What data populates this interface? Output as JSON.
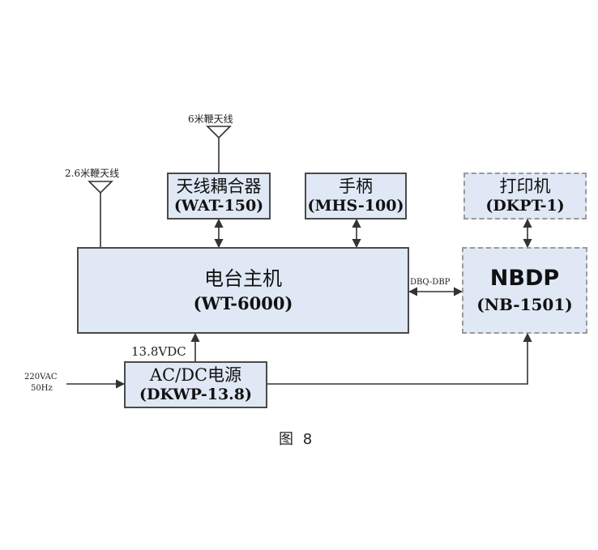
{
  "antennas": {
    "left_label": "2.6米鞭天线",
    "top_label": "6米鞭天线"
  },
  "boxes": {
    "coupler": {
      "zh": "天线耦合器",
      "en": "(WAT-150)"
    },
    "handset": {
      "zh": "手柄",
      "en": "(MHS-100)"
    },
    "printer": {
      "zh": "打印机",
      "en": "(DKPT-1)"
    },
    "main_unit": {
      "zh": "电台主机",
      "en": "(WT-6000)"
    },
    "nbdp": {
      "zh": "NBDP",
      "en": "(NB-1501)"
    },
    "power": {
      "zh": "AC/DC电源",
      "en": "(DKWP-13.8)"
    }
  },
  "labels": {
    "link": "DBQ-DBP",
    "voltage": "13.8VDC",
    "input_voltage": "220VAC",
    "input_freq": "50Hz"
  },
  "caption": "图 8",
  "colors": {
    "box_fill": "#dfe8f4",
    "line": "#333333",
    "dashed_border": "#9a9a9a"
  }
}
